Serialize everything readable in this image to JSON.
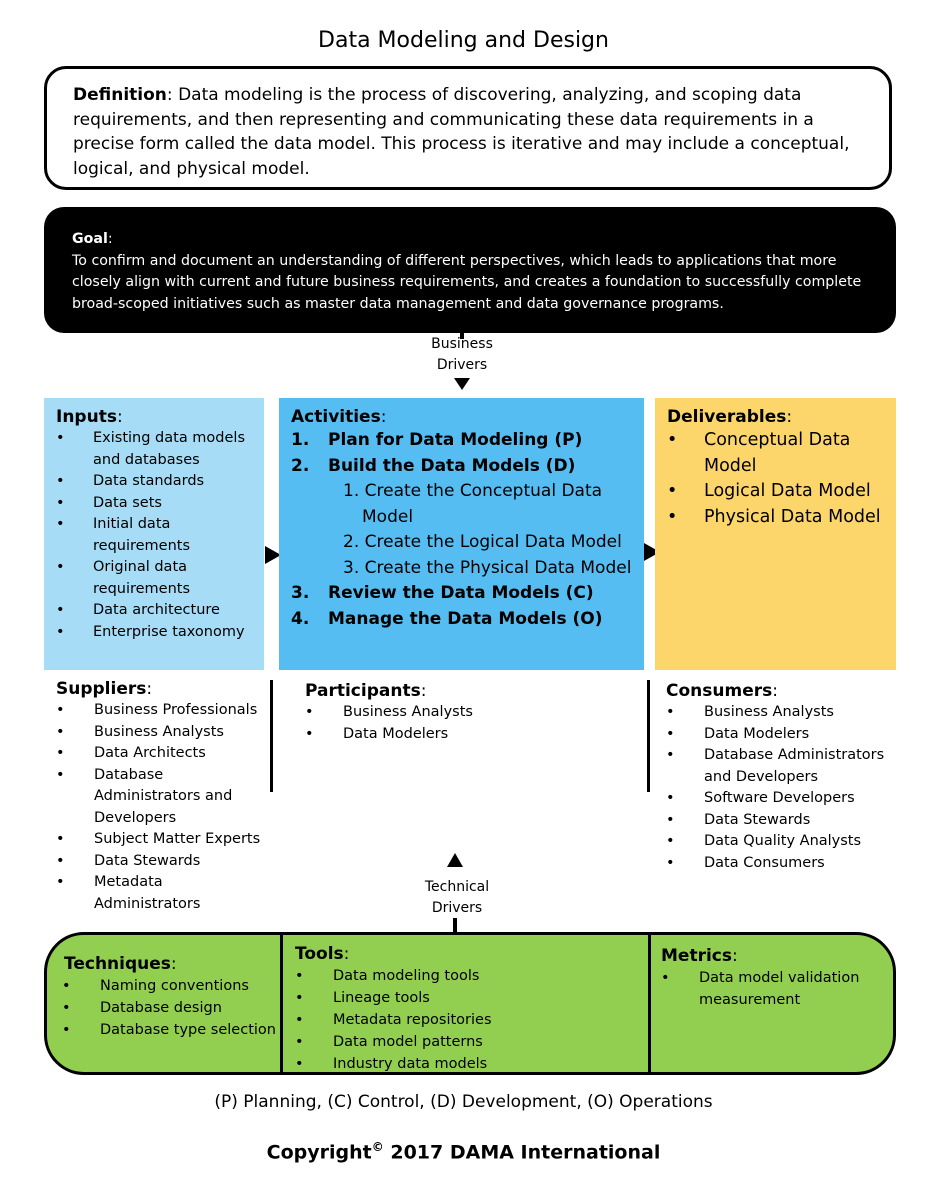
{
  "title": "Data Modeling and Design",
  "definition": {
    "label": "Definition",
    "text": "Data modeling is the process of discovering, analyzing, and scoping data requirements, and then representing and communicating these data requirements in a precise form called the data model. This process is iterative and may include a conceptual, logical, and physical model."
  },
  "goal": {
    "label": "Goal",
    "text": "To confirm and document an understanding of different perspectives, which leads to applications that more closely align with current and future business requirements, and creates a foundation to successfully complete broad-scoped initiatives such as master data management and data governance programs."
  },
  "drivers": {
    "business": [
      "Business",
      "Drivers"
    ],
    "technical": [
      "Technical",
      "Drivers"
    ]
  },
  "inputs": {
    "label": "Inputs",
    "items": [
      "Existing data models and databases",
      "Data standards",
      "Data sets",
      "Initial data requirements",
      "Original data requirements",
      "Data architecture",
      "Enterprise taxonomy"
    ]
  },
  "activities": {
    "label": "Activities",
    "items": [
      {
        "num": "1.",
        "text": "Plan for Data Modeling (P)"
      },
      {
        "num": "2.",
        "text": "Build the Data Models (D)"
      },
      {
        "num": "3.",
        "text": "Review the Data Models (C)"
      },
      {
        "num": "4.",
        "text": "Manage the Data Models (O)"
      }
    ],
    "subitems": [
      "1. Create the Conceptual Data Model",
      "2. Create the Logical Data Model",
      "3. Create the Physical Data Model"
    ]
  },
  "deliverables": {
    "label": "Deliverables",
    "items": [
      "Conceptual Data Model",
      "Logical Data Model",
      "Physical Data Model"
    ]
  },
  "suppliers": {
    "label": "Suppliers",
    "items": [
      "Business Professionals",
      "Business Analysts",
      "Data Architects",
      "Database Administrators and Developers",
      "Subject Matter Experts",
      "Data Stewards",
      "Metadata Administrators"
    ]
  },
  "participants": {
    "label": "Participants",
    "items": [
      "Business Analysts",
      "Data Modelers"
    ]
  },
  "consumers": {
    "label": "Consumers",
    "items": [
      "Business Analysts",
      "Data Modelers",
      "Database Administrators and Developers",
      "Software Developers",
      "Data Stewards",
      "Data Quality Analysts",
      "Data Consumers"
    ]
  },
  "techniques": {
    "label": "Techniques",
    "items": [
      "Naming conventions",
      "Database design",
      "Database type selection"
    ]
  },
  "tools": {
    "label": "Tools",
    "items": [
      "Data modeling tools",
      "Lineage tools",
      "Metadata repositories",
      "Data model patterns",
      "Industry data models"
    ]
  },
  "metrics": {
    "label": "Metrics",
    "items": [
      "Data model validation measurement"
    ]
  },
  "legend": "(P) Planning, (C) Control, (D) Development, (O) Operations",
  "copyright": {
    "prefix": "Copyright",
    "symbol": "©",
    "suffix": " 2017 DAMA International"
  },
  "colors": {
    "inputs": "#a6dcf5",
    "activities": "#56bdf2",
    "deliverables": "#fcd66b",
    "bottom": "#92cf50",
    "goal_bg": "#000000"
  }
}
